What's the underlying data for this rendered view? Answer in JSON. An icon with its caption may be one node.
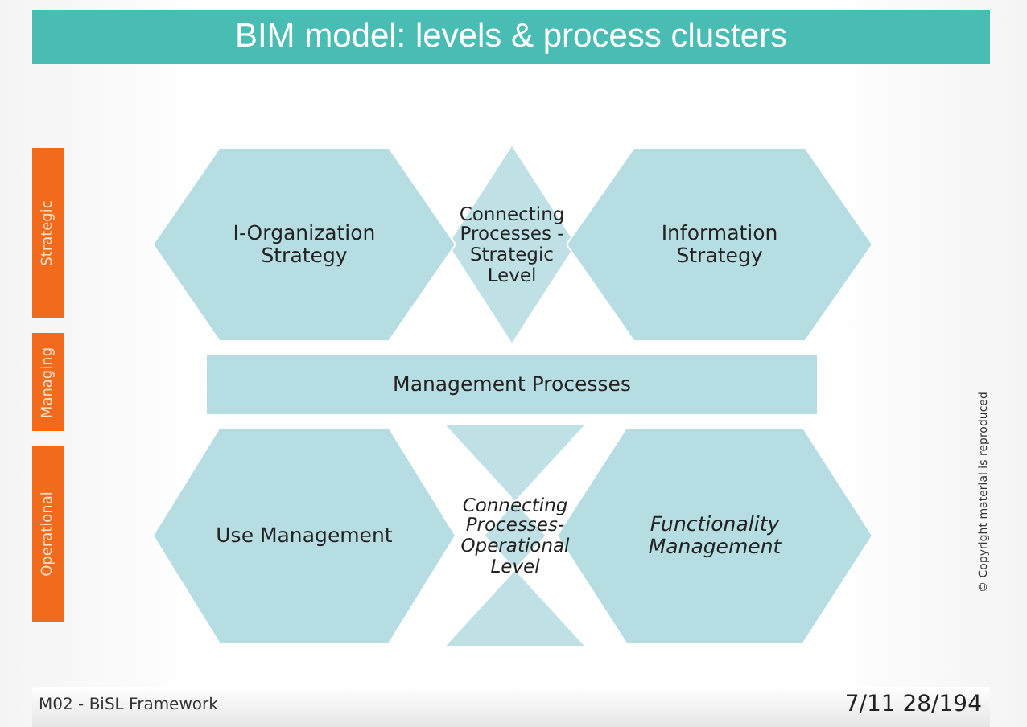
{
  "diagram": {
    "title": "BIM model: levels & process clusters",
    "nodes": [
      {
        "text": [
          "Strategic"
        ]
      },
      {
        "text": [
          "Managing"
        ]
      },
      {
        "text": [
          "Operational"
        ]
      },
      {
        "text": [
          "I-Organization Strategy"
        ]
      },
      {
        "text": [
          "Connecting Processes - Strategic Level"
        ]
      },
      {
        "text": [
          "Information Strategy"
        ]
      },
      {
        "text": [
          "Management Processes"
        ]
      },
      {
        "text": [
          "Use Management"
        ]
      },
      {
        "text": [
          "Connecting Processes- Operational Level"
        ]
      },
      {
        "text": [
          "Functionality Management"
        ]
      }
    ],
    "labels": [
      "© Copyright material is reproduced",
      "M02 - BiSL Framework",
      "7/11 28/194"
    ]
  }
}
